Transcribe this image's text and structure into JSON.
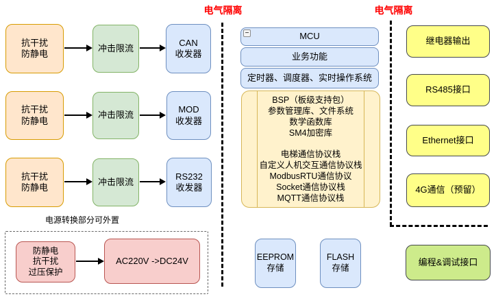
{
  "labels": {
    "isolation_left": "电气隔离",
    "isolation_right": "电气隔离",
    "power_note": "电源转换部分可外置"
  },
  "chains": [
    {
      "protect": "抗干扰\n防静电",
      "surge": "冲击限流",
      "transceiver": "CAN\n收发器"
    },
    {
      "protect": "抗干扰\n防静电",
      "surge": "冲击限流",
      "transceiver": "MOD\n收发器"
    },
    {
      "protect": "抗干扰\n防静电",
      "surge": "冲击限流",
      "transceiver": "RS232\n收发器"
    }
  ],
  "power": {
    "protect": "防静电\n抗干扰\n过压保护",
    "converter": "AC220V ->DC24V"
  },
  "mcu": {
    "collapse_icon": "−",
    "rows": [
      "MCU",
      "业务功能",
      "定时器、调度器、实时操作系统"
    ]
  },
  "firmware": {
    "libs": "BSP（板级支持包）\n参数管理库、文件系统\n数学函数库\nSM4加密库",
    "protocols": "电梯通信协议栈\n自定义人机交互通信协议栈\nModbusRTU通信协议\nSocket通信协议栈\nMQTT通信协议栈"
  },
  "storage": [
    {
      "label": "EEPROM\n存储"
    },
    {
      "label": "FLASH\n存储"
    }
  ],
  "right_ports": [
    {
      "label": "继电器输出"
    },
    {
      "label": "RS485接口"
    },
    {
      "label": "Ethernet接口"
    },
    {
      "label": "4G通信（预留）"
    }
  ],
  "debug_port": {
    "label": "编程&调试接口"
  },
  "colors": {
    "orange_fill": "#FFE6CC",
    "orange_stroke": "#D79B00",
    "green_fill": "#D5E8D4",
    "green_stroke": "#82B366",
    "blue_fill": "#DAE8FC",
    "blue_stroke": "#6C8EBF",
    "yellow_fill": "#FFF2CC",
    "yellow_stroke": "#D6B656",
    "pink_fill": "#F8CECC",
    "pink_stroke": "#B85450",
    "bright_yellow_fill": "#FFFF88",
    "light_green_fill": "#CDEB8B",
    "isolation_red": "#FF0000"
  }
}
